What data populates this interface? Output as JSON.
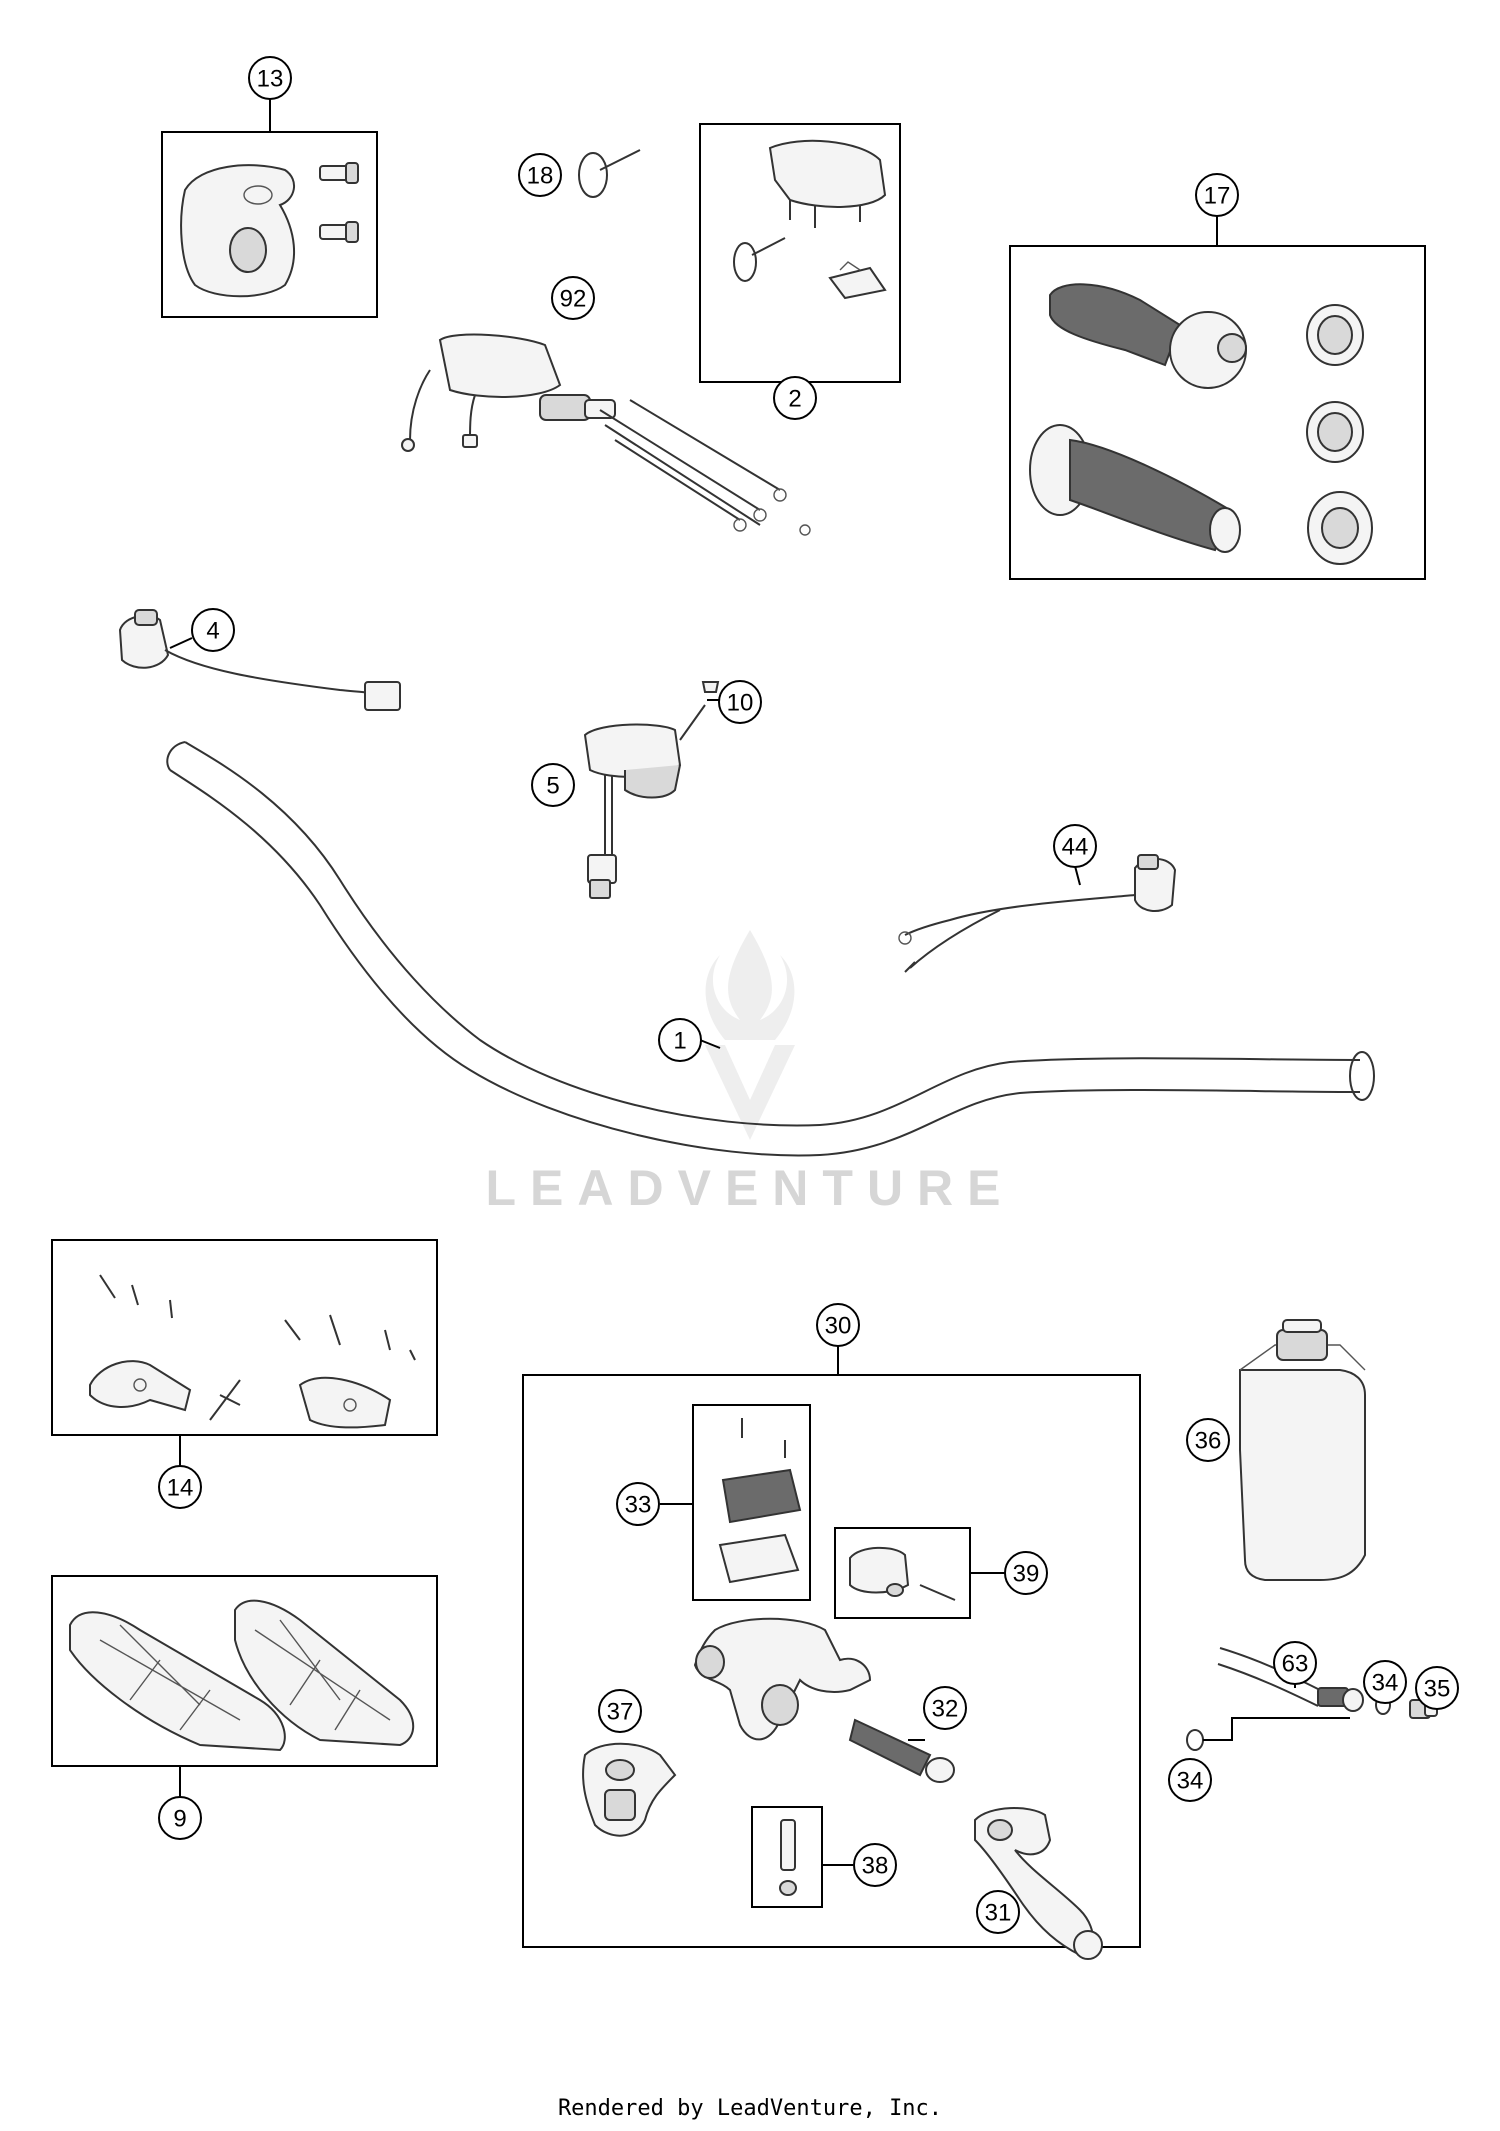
{
  "callouts": {
    "c1": "1",
    "c2": "2",
    "c4": "4",
    "c5": "5",
    "c9": "9",
    "c10": "10",
    "c13": "13",
    "c14": "14",
    "c17": "17",
    "c18": "18",
    "c30": "30",
    "c31": "31",
    "c32": "32",
    "c33": "33",
    "c34a": "34",
    "c34b": "34",
    "c35": "35",
    "c36": "36",
    "c37": "37",
    "c38": "38",
    "c39": "39",
    "c44": "44",
    "c63": "63",
    "c92": "92"
  },
  "watermark": {
    "text": "LEADVENTURE"
  },
  "footer": {
    "text": "Rendered by LeadVenture, Inc."
  }
}
